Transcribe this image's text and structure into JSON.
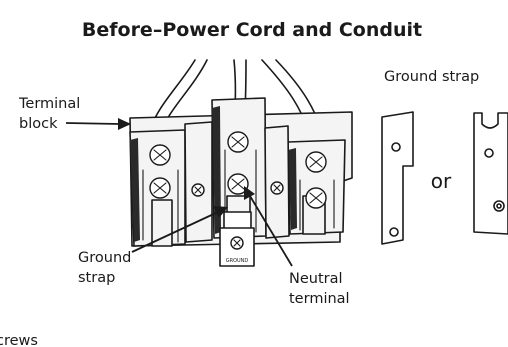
{
  "title": "Before–Power Cord and Conduit",
  "labels": {
    "terminal_block_line1": "Terminal",
    "terminal_block_line2": "block",
    "ground_strap_header": "Ground strap",
    "or": "or",
    "ground_strap_line1": "Ground",
    "ground_strap_line2": "strap",
    "neutral_terminal_line1": "Neutral",
    "neutral_terminal_line2": "terminal",
    "ground_tag": "GROUND",
    "cut_off_text": "crews"
  }
}
